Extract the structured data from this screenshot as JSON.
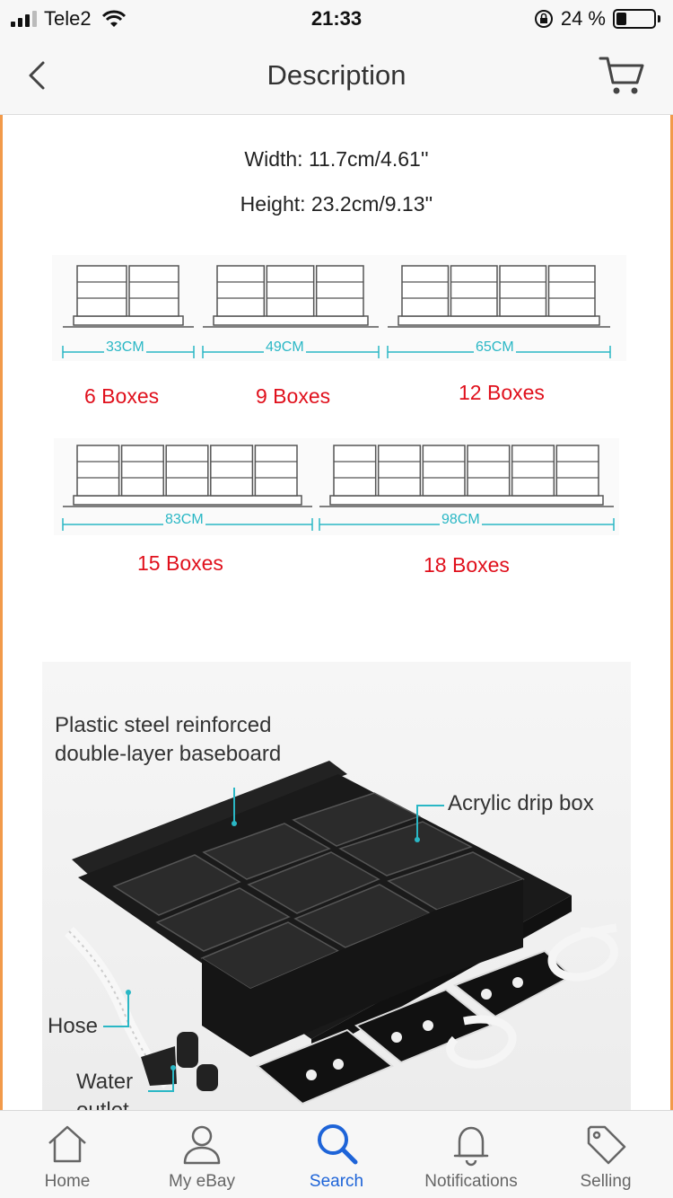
{
  "status_bar": {
    "carrier": "Tele2",
    "time": "21:33",
    "battery": "24 %",
    "battery_level": 0.24
  },
  "header": {
    "title": "Description",
    "back_icon": "chevron-left-icon",
    "cart_icon": "cart-icon"
  },
  "dimensions": {
    "width": "Width: 11.7cm/4.61''",
    "height": "Height: 23.2cm/9.13''"
  },
  "sizes": [
    {
      "length": "33CM",
      "boxes": "6 Boxes",
      "columns": 2
    },
    {
      "length": "49CM",
      "boxes": "9 Boxes",
      "columns": 3
    },
    {
      "length": "65CM",
      "boxes": "12 Boxes",
      "columns": 4
    },
    {
      "length": "83CM",
      "boxes": "15 Boxes",
      "columns": 5
    },
    {
      "length": "98CM",
      "boxes": "18 Boxes",
      "columns": 6
    }
  ],
  "product_photo": {
    "annotations": {
      "baseboard": "Plastic steel reinforced double-layer baseboard",
      "drip_box": "Acrylic drip box",
      "hose": "Hose",
      "water_outlet": "Water outlet"
    }
  },
  "tab_bar": {
    "tabs": [
      {
        "label": "Home",
        "icon": "home-icon"
      },
      {
        "label": "My eBay",
        "icon": "user-icon"
      },
      {
        "label": "Search",
        "icon": "search-icon",
        "active": true
      },
      {
        "label": "Notifications",
        "icon": "bell-icon"
      },
      {
        "label": "Selling",
        "icon": "tag-icon"
      }
    ]
  },
  "colors": {
    "accent": "#1e64d8",
    "box_label": "#e0101c",
    "rail": "#2ab7c5",
    "frame": "#f29a4a"
  }
}
